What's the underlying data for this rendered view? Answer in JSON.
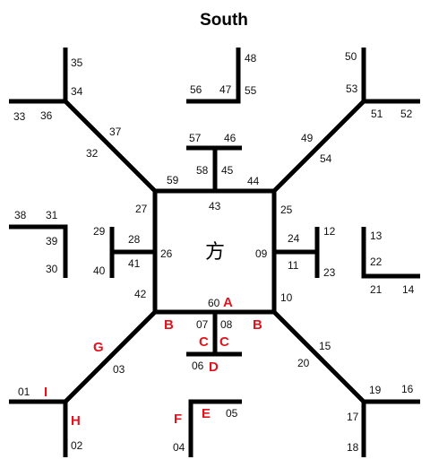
{
  "title": "South",
  "center_glyph": "方",
  "numbers": {
    "n01": "01",
    "n02": "02",
    "n03": "03",
    "n04": "04",
    "n05": "05",
    "n06": "06",
    "n07": "07",
    "n08": "08",
    "n09": "09",
    "n10": "10",
    "n11": "11",
    "n12": "12",
    "n13": "13",
    "n14": "14",
    "n15": "15",
    "n16": "16",
    "n17": "17",
    "n18": "18",
    "n19": "19",
    "n20": "20",
    "n21": "21",
    "n22": "22",
    "n23": "23",
    "n24": "24",
    "n25": "25",
    "n26": "26",
    "n27": "27",
    "n28": "28",
    "n29": "29",
    "n30": "30",
    "n31": "31",
    "n32": "32",
    "n33": "33",
    "n34": "34",
    "n35": "35",
    "n36": "36",
    "n37": "37",
    "n38": "38",
    "n39": "39",
    "n40": "40",
    "n41": "41",
    "n42": "42",
    "n43": "43",
    "n44": "44",
    "n45": "45",
    "n46": "46",
    "n47": "47",
    "n48": "48",
    "n49": "49",
    "n50": "50",
    "n51": "51",
    "n52": "52",
    "n53": "53",
    "n54": "54",
    "n55": "55",
    "n56": "56",
    "n57": "57",
    "n58": "58",
    "n59": "59",
    "n60": "60"
  },
  "letters": {
    "A": "A",
    "B_left": "B",
    "B_right": "B",
    "C_left": "C",
    "C_right": "C",
    "D": "D",
    "E": "E",
    "F": "F",
    "G": "G",
    "H": "H",
    "I": "I"
  },
  "colors": {
    "line": "#000000",
    "highlight": "#e0141e"
  }
}
